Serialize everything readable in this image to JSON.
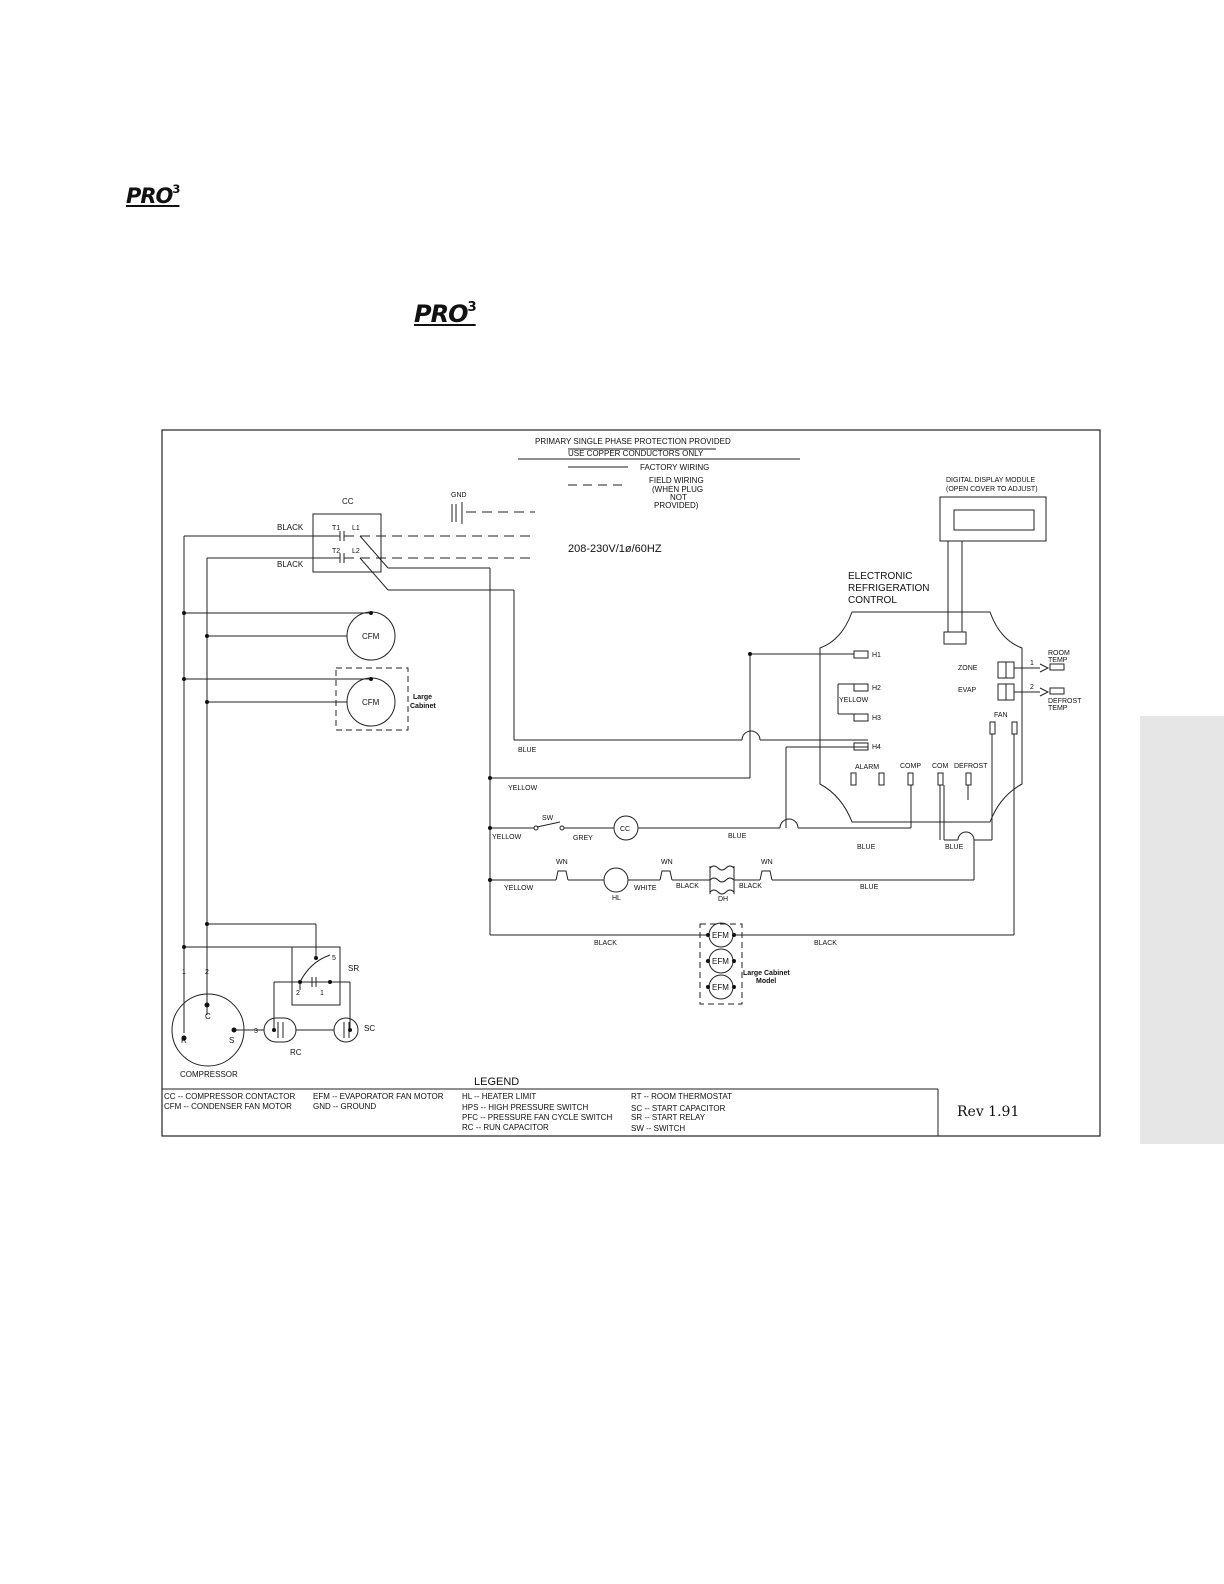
{
  "brand": {
    "name": "PRO",
    "superscript": "3"
  },
  "header": {
    "line1": "PRIMARY SINGLE PHASE PROTECTION PROVIDED",
    "line2": "USE COPPER CONDUCTORS ONLY",
    "factory_wiring": "FACTORY WIRING",
    "field_wiring": [
      "FIELD WIRING",
      "(WHEN PLUG",
      "NOT",
      "PROVIDED)"
    ],
    "voltage": "208-230V/1ø/60HZ"
  },
  "display_module": {
    "line1": "DIGITAL DISPLAY MODULE",
    "line2": "(OPEN COVER TO ADJUST)"
  },
  "control": {
    "title": [
      "ELECTRONIC",
      "REFRIGERATION",
      "CONTROL"
    ],
    "terminals": [
      "H1",
      "H2",
      "H3",
      "H4"
    ],
    "zone": "ZONE",
    "evap": "EVAP",
    "fan": "FAN",
    "bottom_terminals": [
      "ALARM",
      "COMP",
      "COM",
      "DEFROST"
    ],
    "yellow": "YELLOW",
    "probe1": "1",
    "probe2": "2",
    "room_temp": [
      "ROOM",
      "TEMP"
    ],
    "defrost_temp": [
      "DEFROST",
      "TEMP"
    ]
  },
  "contactor": {
    "label": "CC",
    "t1": "T1",
    "l1": "L1",
    "t2": "T2",
    "l2": "L2",
    "gnd": "GND"
  },
  "wires": {
    "black": "BLACK",
    "blue": "BLUE",
    "yellow": "YELLOW",
    "grey": "GREY",
    "white": "WHITE"
  },
  "components": {
    "cfm": "CFM",
    "large_cabinet": [
      "Large",
      "Cabinet"
    ],
    "sw": "SW",
    "cc": "CC",
    "wn": "WN",
    "hl": "HL",
    "dh": "DH",
    "efm": "EFM",
    "large_cabinet_model": [
      "Large Cabinet",
      "Model"
    ],
    "sr": "SR",
    "sc": "SC",
    "rc": "RC",
    "compressor": "COMPRESSOR",
    "comp_pins": {
      "c": "C",
      "r": "R",
      "s": "S"
    },
    "pin_1": "1",
    "pin_2": "2",
    "pin_3": "3",
    "pin_5": "5"
  },
  "legend": {
    "title": "LEGEND",
    "col1": [
      "CC -- COMPRESSOR CONTACTOR",
      "CFM -- CONDENSER FAN MOTOR"
    ],
    "col2": [
      "EFM -- EVAPORATOR FAN MOTOR",
      "GND -- GROUND"
    ],
    "col3": [
      "HL -- HEATER LIMIT",
      "HPS -- HIGH PRESSURE SWITCH",
      "PFC -- PRESSURE FAN CYCLE SWITCH",
      "RC -- RUN CAPACITOR"
    ],
    "col4": [
      "RT -- ROOM THERMOSTAT",
      "SC -- START CAPACITOR",
      "SR -- START RELAY",
      "SW -- SWITCH"
    ],
    "revision": "Rev 1.91"
  }
}
